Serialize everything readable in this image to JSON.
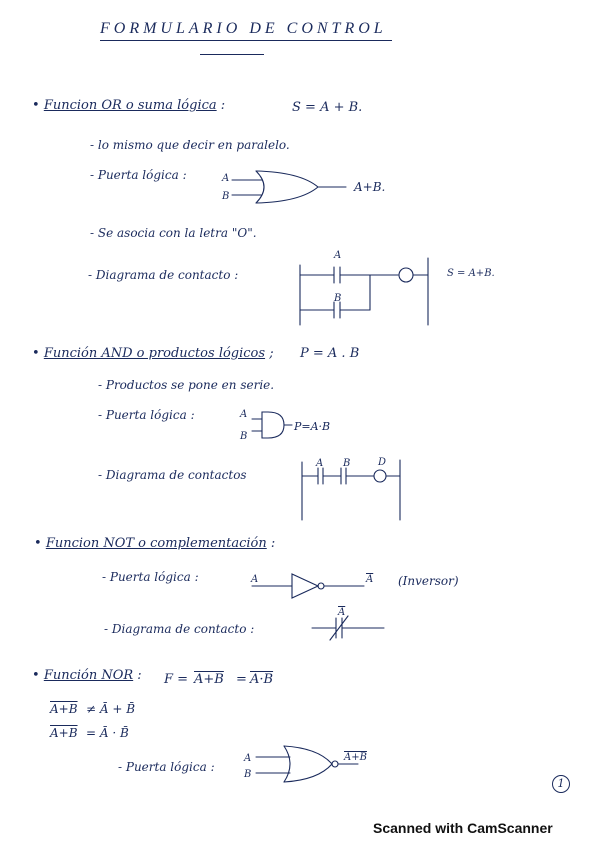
{
  "title": "FORMULARIO DE CONTROL",
  "or_section": {
    "heading": "Funcion OR o suma lógica",
    "formula": "S = A + B.",
    "item1": "- lo mismo que decir en paralelo.",
    "item2_label": "- Puerta lógica :",
    "gate_in_a": "A",
    "gate_in_b": "B",
    "gate_out": "A+B.",
    "item3": "- Se asocia con la letra \"O\".",
    "item4_label": "- Diagrama de contacto :",
    "contact_a": "A",
    "contact_b": "B",
    "contact_out": "S = A+B."
  },
  "and_section": {
    "heading": "Función AND o productos lógicos",
    "formula": "P = A . B",
    "item1": "- Productos se pone en serie.",
    "item2_label": "- Puerta lógica :",
    "gate_in_a": "A",
    "gate_in_b": "B",
    "gate_out": "P=A·B",
    "item3_label": "- Diagrama de contactos",
    "contact_a": "A",
    "contact_b": "B",
    "contact_d": "D"
  },
  "not_section": {
    "heading": "Funcion NOT o complementación",
    "item1_label": "- Puerta lógica :",
    "gate_in": "A",
    "gate_out": "A",
    "gate_note": "(Inversor)",
    "item2_label": "- Diagrama de contacto :",
    "contact_label": "A"
  },
  "nor_section": {
    "heading": "Función NOR",
    "formula_lhs": "F =",
    "formula_mid": "A+B",
    "formula_eq": "=",
    "formula_rhs": "A·B",
    "line1_lhs": "A+B",
    "line1_rest": "≠ Ā + B̄",
    "line2_lhs": "A+B",
    "line2_rest": "= Ā · B̄",
    "item1_label": "- Puerta lógica :",
    "gate_in_a": "A",
    "gate_in_b": "B",
    "gate_out": "A+B"
  },
  "page_number": "1",
  "footer": "Scanned with CamScanner"
}
